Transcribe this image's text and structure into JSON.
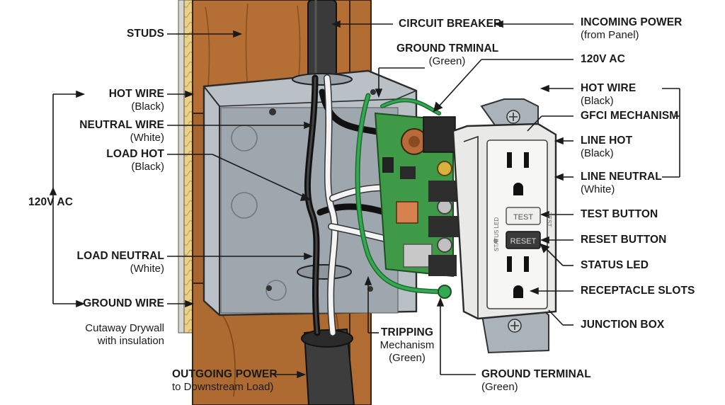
{
  "labels": {
    "studs": "STUDS",
    "hot_wire_left": "HOT WIRE",
    "hot_wire_left_sub": "(Black)",
    "neutral_wire": "NEUTRAL WIRE",
    "neutral_wire_sub": "(White)",
    "load_hot": "LOAD HOT",
    "load_hot_sub": "(Black)",
    "voltage_left": "120V AC",
    "load_neutral": "LOAD NEUTRAL",
    "load_neutral_sub": "(White)",
    "ground_wire": "GROUND WIRE",
    "drywall_line1": "Cutaway Drywall",
    "drywall_line2": "with insulation",
    "outgoing_power": "OUTGOING POWER",
    "outgoing_power_sub": "to Downstream Load)",
    "circuit_breaker": "CIRCUIT BREAKER",
    "ground_terminal_top": "GROUND TRMINAL",
    "ground_terminal_top_sub": "(Green)",
    "incoming_power": "INCOMING POWER",
    "incoming_power_sub": "(from Panel)",
    "voltage_right": "120V AC",
    "hot_wire_right": "HOT WIRE",
    "hot_wire_right_sub": "(Black)",
    "gfci_mechanism": "GFCI MECHANISM",
    "line_hot": "LINE HOT",
    "line_hot_sub": "(Black)",
    "line_neutral": "LINE NEUTRAL",
    "line_neutral_sub": "(White)",
    "test_button": "TEST BUTTON",
    "reset_button": "RESET BUTTON",
    "status_led": "STATUS LED",
    "receptacle_slots": "RECEPTACLE SLOTS",
    "junction_box": "JUNCTION BOX",
    "tripping": "TRIPPING",
    "tripping_sub1": "Mechanism",
    "tripping_sub2": "(Green)",
    "ground_terminal_bottom": "GROUND TERMINAL",
    "ground_terminal_bottom_sub": "(Green)"
  },
  "device": {
    "test_label": "TEST",
    "reset_label": "RESET",
    "status_led_text": "STATUS LED",
    "test_side_text": "TEST"
  },
  "colors": {
    "hot": "#1b1b1b",
    "neutral": "#f4f4f4",
    "ground": "#2e9b4a",
    "box": "#a9b1b8",
    "stud": "#a9652f",
    "pcb": "#3f9a47"
  }
}
